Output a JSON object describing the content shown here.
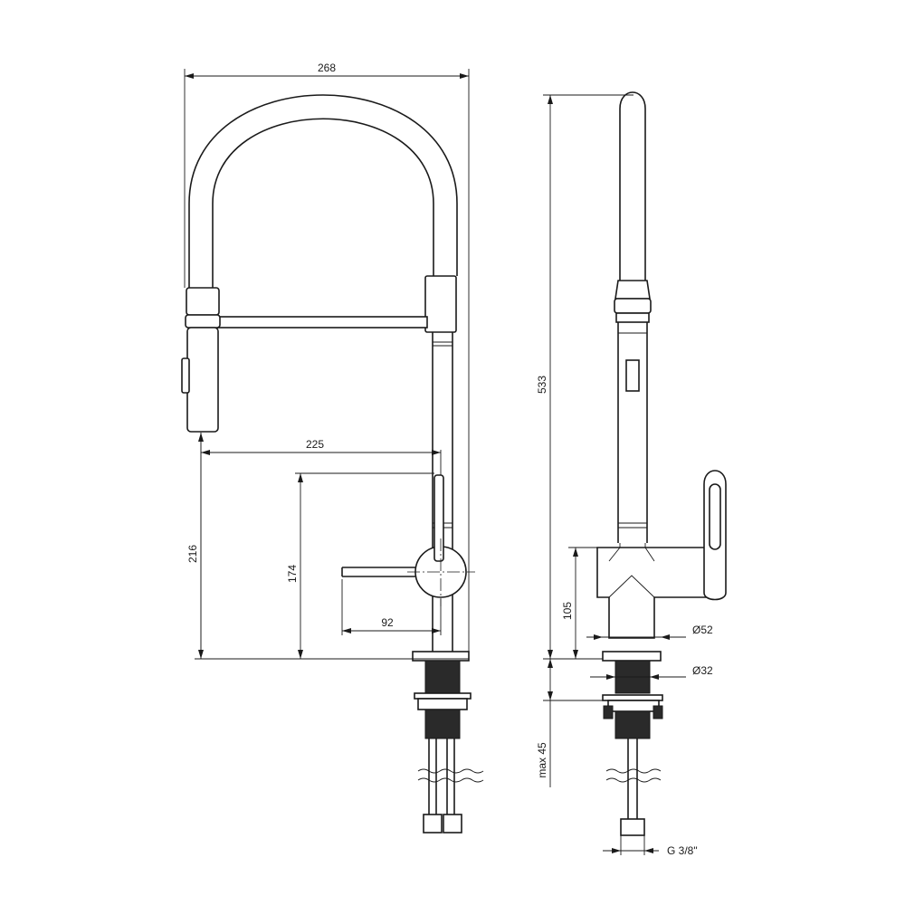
{
  "front_view": {
    "width_label": "268",
    "reach_label": "225",
    "spout_height_label": "216",
    "handle_height_label": "174",
    "handle_length_label": "92"
  },
  "side_view": {
    "total_height_label": "533",
    "body_height_label": "105",
    "base_diameter_label": "Ø52",
    "shank_diameter_label": "Ø32",
    "max_deck_label": "max 45",
    "connection_label": "G 3/8\""
  }
}
